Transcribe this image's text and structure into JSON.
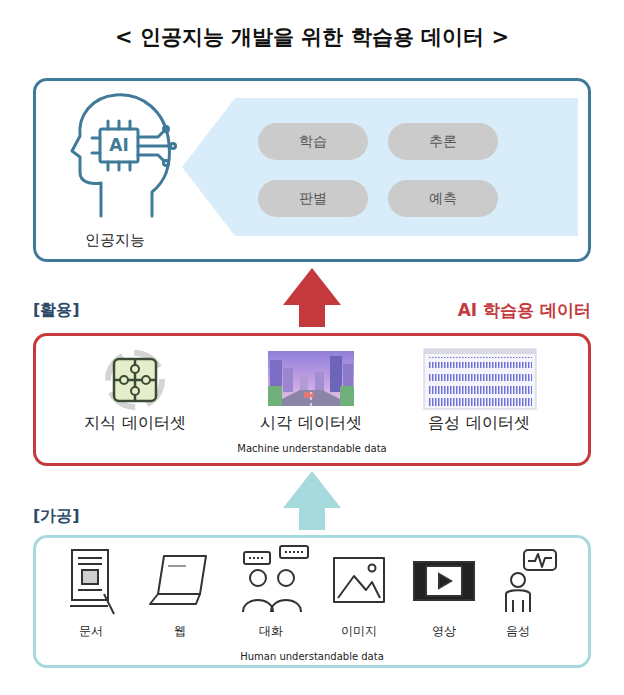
{
  "diagram": {
    "title": "< 인공지능 개발을 위한 학습용 데이터 >",
    "nodes": [
      {
        "text": [
          "AI",
          "인공지능"
        ]
      },
      {
        "text": [
          "학습"
        ],
        "in": 0
      },
      {
        "text": [
          "추론"
        ],
        "in": 0
      },
      {
        "text": [
          "판별"
        ],
        "in": 0
      },
      {
        "text": [
          "예측"
        ],
        "in": 0
      },
      {
        "text": [
          "[활용]",
          "AI 학습용 데이터",
          "지식 데이터셋",
          "시각 데이터셋",
          "음성 데이터셋",
          "Machine understandable data"
        ]
      },
      {
        "text": [
          "[가공]",
          "문서",
          "웹",
          "대화",
          "이미지",
          "영상",
          "음성",
          "Human understandable data"
        ]
      }
    ],
    "edges": [
      {
        "from": 6,
        "to": 5,
        "arrow": "to"
      },
      {
        "from": 5,
        "to": 0,
        "arrow": "to"
      }
    ]
  }
}
